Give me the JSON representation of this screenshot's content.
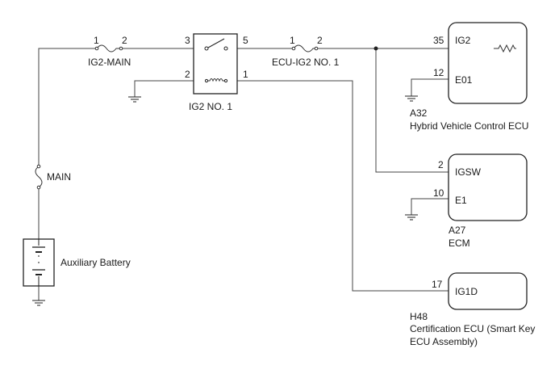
{
  "fuses": {
    "ig2_main": {
      "label": "IG2-MAIN",
      "pin_a": "1",
      "pin_b": "2"
    },
    "ecu_ig2": {
      "label": "ECU-IG2 NO. 1",
      "pin_a": "1",
      "pin_b": "2"
    },
    "main": {
      "label": "MAIN"
    }
  },
  "relay": {
    "label": "IG2 NO. 1",
    "pins": {
      "p3": "3",
      "p5": "5",
      "p2": "2",
      "p1": "1"
    }
  },
  "battery": {
    "label": "Auxiliary Battery"
  },
  "ecu_a32": {
    "code": "A32",
    "name": "Hybrid Vehicle Control ECU",
    "terminals": {
      "ig2": {
        "pin": "35",
        "name": "IG2"
      },
      "e01": {
        "pin": "12",
        "name": "E01"
      }
    }
  },
  "ecu_a27": {
    "code": "A27",
    "name": "ECM",
    "terminals": {
      "igsw": {
        "pin": "2",
        "name": "IGSW"
      },
      "e1": {
        "pin": "10",
        "name": "E1"
      }
    }
  },
  "ecu_h48": {
    "code": "H48",
    "name_line1": "Certification ECU (Smart Key",
    "name_line2": "ECU Assembly)",
    "terminals": {
      "ig1d": {
        "pin": "17",
        "name": "IG1D"
      }
    }
  },
  "icons": [
    "fuse-icon",
    "relay-switch-icon",
    "relay-coil-icon",
    "ground-icon",
    "battery-icon",
    "resistor-icon",
    "junction-dot-icon"
  ]
}
